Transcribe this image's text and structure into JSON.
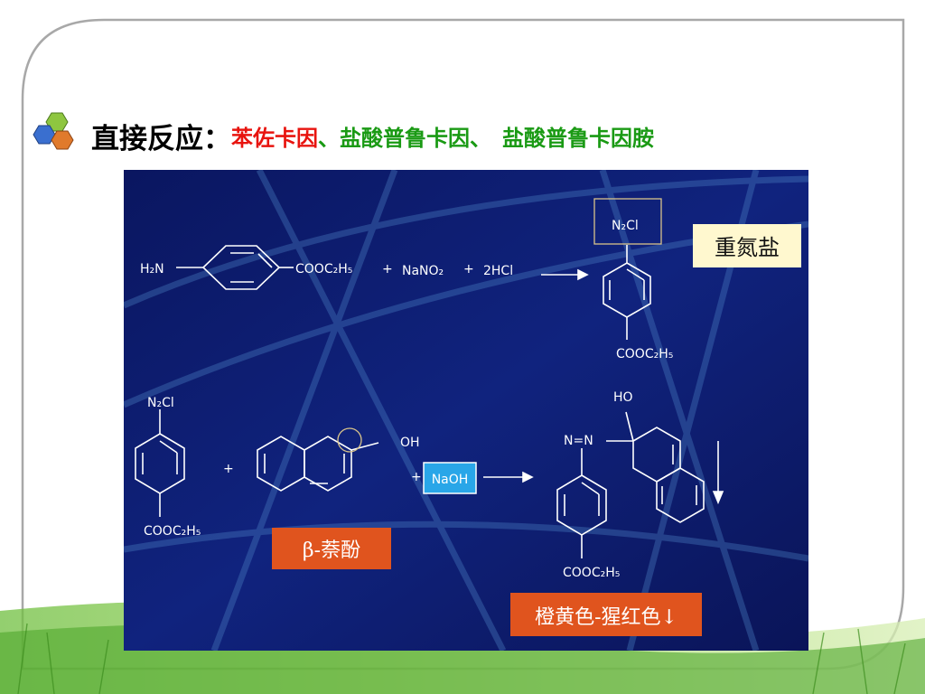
{
  "title": {
    "prefix": "直接反应：",
    "drug_red": "苯佐卡因",
    "drug_sep": "、",
    "drug_green_1": "盐酸普鲁卡因、",
    "drug_green_2": "盐酸普鲁卡因胺"
  },
  "reaction1": {
    "reactant_amine": "H₂N",
    "reactant_ester": "COOC₂H₅",
    "plus1": "+",
    "reagent_nano2": "NaNO₂",
    "plus2": "+",
    "reagent_hcl": "2HCl",
    "product_diazo": "N₂Cl",
    "product_ester": "COOC₂H₅",
    "label": "重氮盐"
  },
  "reaction2": {
    "reactant_diazo": "N₂Cl",
    "reactant_ester": "COOC₂H₅",
    "plus": "+",
    "naphthol_oh": "OH",
    "naphthol_label": "β-萘酚",
    "plus2": "+",
    "reagent_naoh": "NaOH",
    "product_oh": "HO",
    "product_azo": "N=N",
    "product_ester": "COOC₂H₅",
    "result_label": "橙黄色-猩红色↓"
  },
  "colors": {
    "panel_bg": "#0c1a6e",
    "title_red": "#e8140f",
    "title_green": "#1a9a14",
    "label_orange": "#e0541e",
    "label_cream": "#fff8cf",
    "naoh_blue": "#29a6e8"
  }
}
